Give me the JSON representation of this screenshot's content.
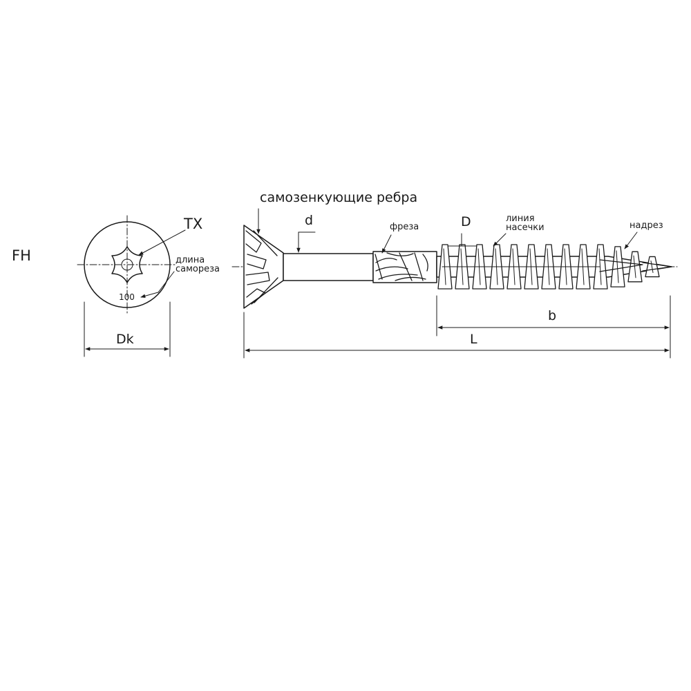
{
  "variant_label": "FH",
  "head_view": {
    "drive_label": "TX",
    "length_callout_line1": "длина",
    "length_callout_line2": "самореза",
    "length_marking": "100",
    "head_diameter_label": "Dk"
  },
  "side_view": {
    "countersink_ribs_label": "самозенкующие ребра",
    "shank_diameter_label": "d",
    "milling_label": "фреза",
    "thread_diameter_label": "D",
    "knurl_line_label_line1": "линия",
    "knurl_line_label_line2": "насечки",
    "tip_notch_label": "надрез",
    "thread_length_label": "b",
    "total_length_label": "L"
  },
  "colors": {
    "line": "#1a1a1a",
    "background": "#ffffff"
  }
}
